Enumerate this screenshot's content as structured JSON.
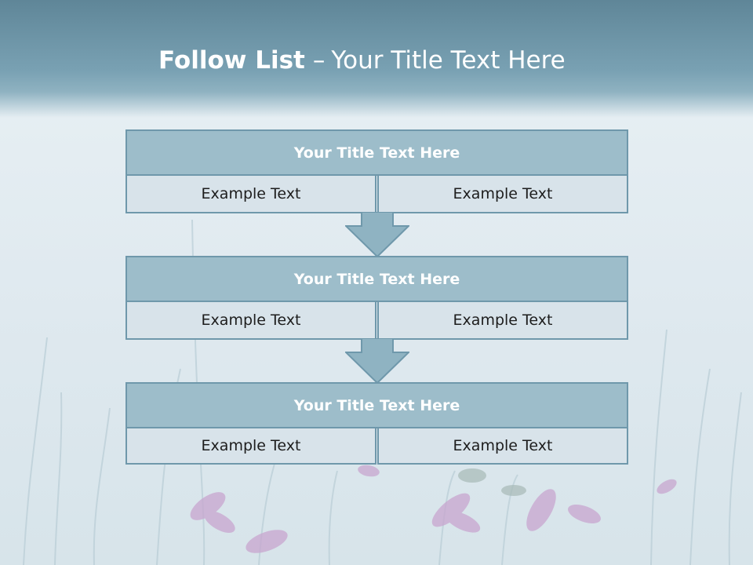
{
  "slide": {
    "title_bold": "Follow List",
    "title_separator": "–",
    "title_rest": "Your Title Text Here"
  },
  "blocks": [
    {
      "title": "Your Title Text Here",
      "left": "Example Text",
      "right": "Example Text"
    },
    {
      "title": "Your Title Text Here",
      "left": "Example Text",
      "right": "Example Text"
    },
    {
      "title": "Your Title Text Here",
      "left": "Example Text",
      "right": "Example Text"
    }
  ],
  "colors": {
    "header": "#79a1b3",
    "block_title_fill": "#9dbdca",
    "block_border": "#6f98ab",
    "cell_fill": "#d8e3ea",
    "arrow_fill": "#8fb3c2"
  }
}
